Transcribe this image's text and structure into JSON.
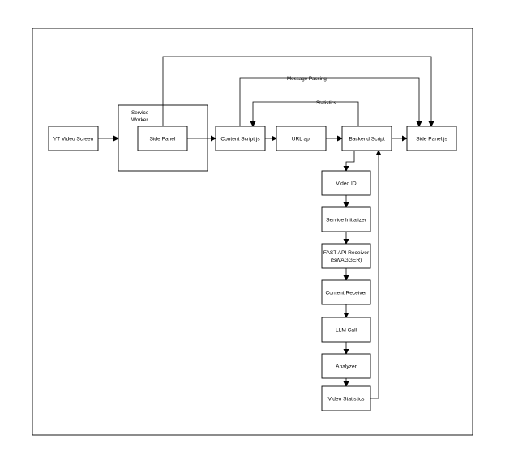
{
  "nodes": {
    "yt_video_screen": "YT Video Screen",
    "service_worker_line1": "Service",
    "service_worker_line2": "Worker",
    "side_panel": "Side Panel",
    "content_script": "Content Script js",
    "url_api": "URL api",
    "backend_script": "Backend Script",
    "side_panel_js": "Side Panel.js",
    "video_id": "Video ID",
    "service_initializer": "Service Initializer",
    "fast_api_line1": "FAST API Receiver",
    "fast_api_line2": "(SWAGGER)",
    "content_receiver": "Content Receiver",
    "llm_call": "LLM Call",
    "analyzer": "Analyzer",
    "video_statistics": "Video Statistics"
  },
  "edge_labels": {
    "message_passing": "Message Passing",
    "statistics": "Statistics"
  },
  "colors": {
    "stroke": "#000000",
    "fill": "#ffffff"
  }
}
